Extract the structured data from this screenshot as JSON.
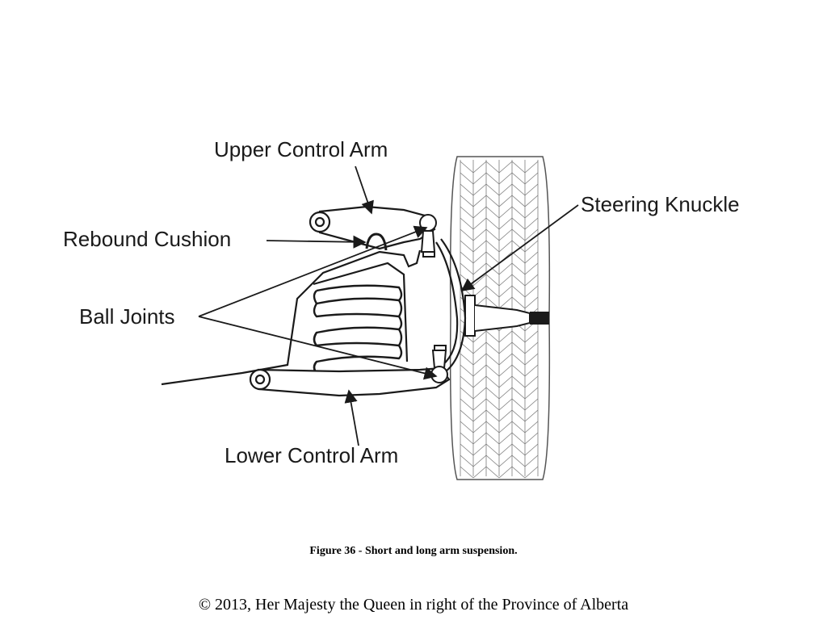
{
  "diagram": {
    "labels": {
      "upper_control_arm": "Upper Control Arm",
      "rebound_cushion": "Rebound Cushion",
      "ball_joints": "Ball Joints",
      "steering_knuckle": "Steering Knuckle",
      "lower_control_arm": "Lower Control Arm"
    },
    "caption": "Figure 36 - Short and long arm suspension.",
    "copyright": "© 2013, Her Majesty the Queen in right of the Province of Alberta"
  },
  "colors": {
    "line": "#1a1a1a",
    "tire_tread": "#7a7a7a",
    "background": "#ffffff"
  }
}
